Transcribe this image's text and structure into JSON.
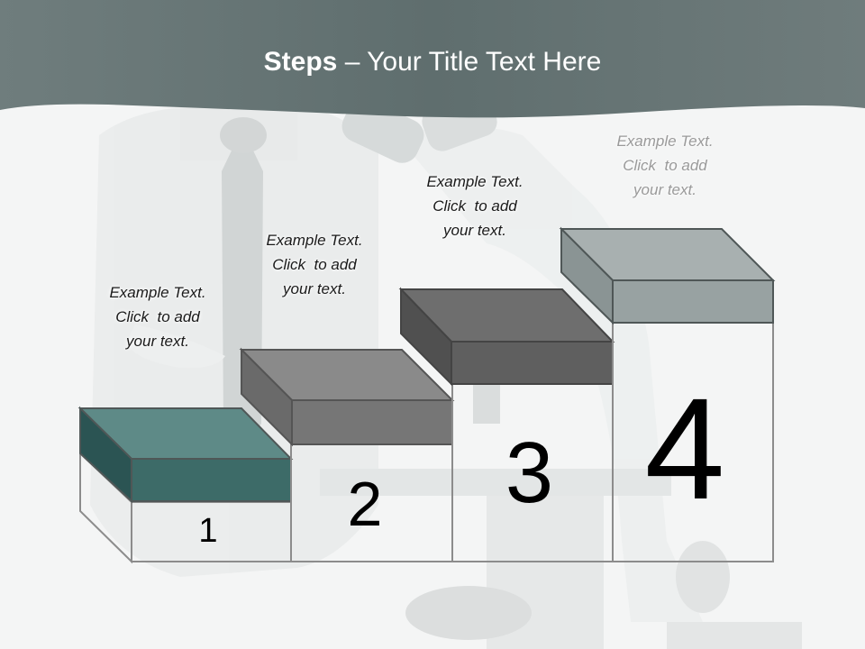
{
  "slide": {
    "title_bold": "Steps",
    "title_rest": " – Your Title Text Here",
    "colors": {
      "header": "#6d7b7b",
      "step1_top": "#5e8a87",
      "step1_front": "#3d6b68",
      "step1_side": "#2b5453",
      "step2_top": "#8a8a8a",
      "step2_front": "#767676",
      "step3_top": "#6e6e6e",
      "step3_front": "#5f5f5f",
      "step4_top": "#a8b0b0",
      "step4_front": "#98a2a2"
    }
  },
  "steps": [
    {
      "number": "1",
      "text": [
        "Example Text.",
        "Click  to add",
        "your text."
      ]
    },
    {
      "number": "2",
      "text": [
        "Example Text.",
        "Click  to add",
        "your text."
      ]
    },
    {
      "number": "3",
      "text": [
        "Example Text.",
        "Click  to add",
        "your text."
      ]
    },
    {
      "number": "4",
      "text": [
        "Example Text.",
        "Click  to add",
        "your text."
      ]
    }
  ]
}
